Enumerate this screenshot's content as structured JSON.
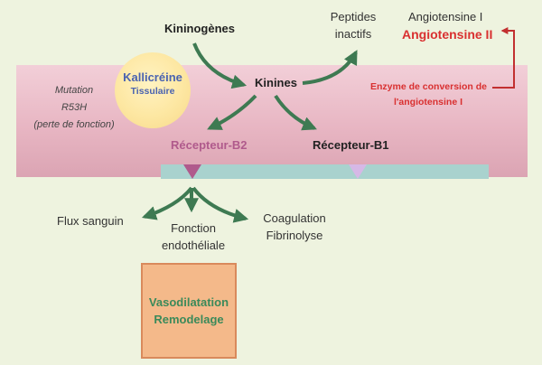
{
  "diagram": {
    "kininogenes": "Kininogènes",
    "kinines": "Kinines",
    "peptides_line1": "Peptides",
    "peptides_line2": "inactifs",
    "angiotensine_i": "Angiotensine I",
    "angiotensine_ii": "Angiotensine II",
    "enzyme_line1": "Enzyme de conversion de",
    "enzyme_line2": "l'angiotensine I",
    "mutation_line1": "Mutation",
    "mutation_line2": "R53H",
    "mutation_line3": "(perte de fonction)",
    "kallicreine_line1": "Kallicréine",
    "kallicreine_line2": "Tissulaire",
    "recepteur_b2": "Récepteur-B2",
    "recepteur_b1": "Récepteur-B1",
    "flux_sanguin": "Flux sanguin",
    "fonction_line1": "Fonction",
    "fonction_line2": "endothéliale",
    "coagulation_line1": "Coagulation",
    "coagulation_line2": "Fibrinolyse",
    "vaso_line1": "Vasodilatation",
    "vaso_line2": "Remodelage"
  },
  "colors": {
    "background": "#eef3df",
    "band": "#e8b6c3",
    "arrow_green": "#3e7a52",
    "red": "#d93030",
    "b2_purple": "#b05a8c",
    "b1_lilac": "#d6b8e6",
    "kallicreine_text": "#4a63b0",
    "receptor_bar": "#a9d2ce",
    "vaso_box": "#f4b98a"
  }
}
